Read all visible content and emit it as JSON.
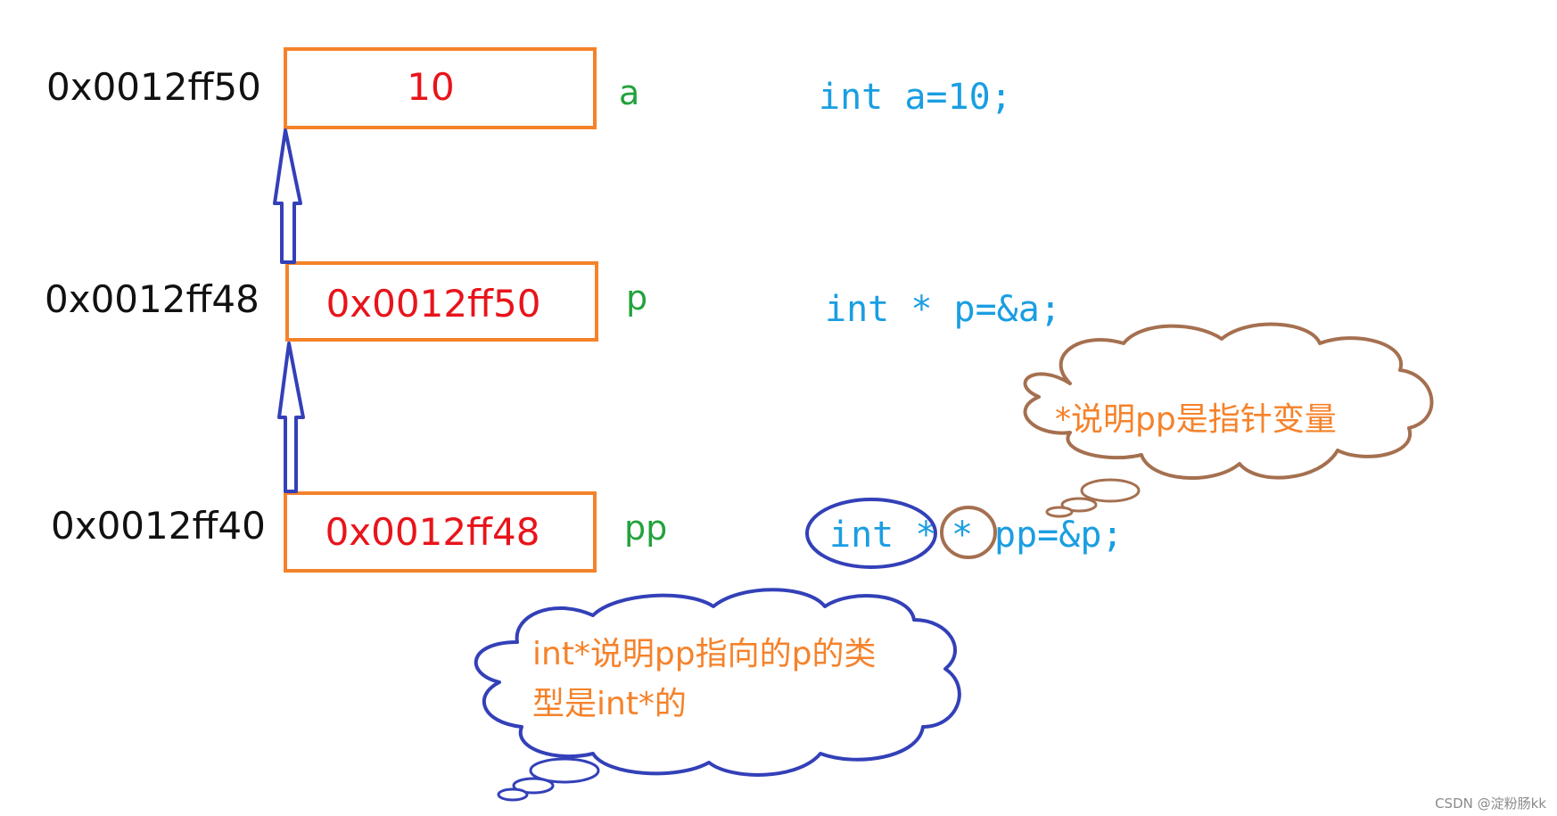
{
  "colors": {
    "box_border": "#f5822a",
    "value_text": "#e8141b",
    "var_text": "#22a23c",
    "code_text": "#1a9ee2",
    "arrow": "#3340b8",
    "note_text": "#f5822a",
    "cloud_blue": "#3340b8",
    "cloud_brown": "#a57050",
    "address_text": "#111111"
  },
  "cells": [
    {
      "address": "0x0012ff50",
      "value": "10",
      "var": "a",
      "code": "int a=10;"
    },
    {
      "address": "0x0012ff48",
      "value": "0x0012ff50",
      "var": "p",
      "code": "int * p=&a;"
    },
    {
      "address": "0x0012ff40",
      "value": "0x0012ff48",
      "var": "pp",
      "code_parts": {
        "type": "int *",
        "star": "*",
        "rest": "pp=&p;"
      }
    }
  ],
  "notes": {
    "pointer_star": "*说明pp是指针变量",
    "pointed_type_line1": "int*说明pp指向的p的类",
    "pointed_type_line2": "型是int*的"
  },
  "watermark": "CSDN @淀粉肠kk"
}
